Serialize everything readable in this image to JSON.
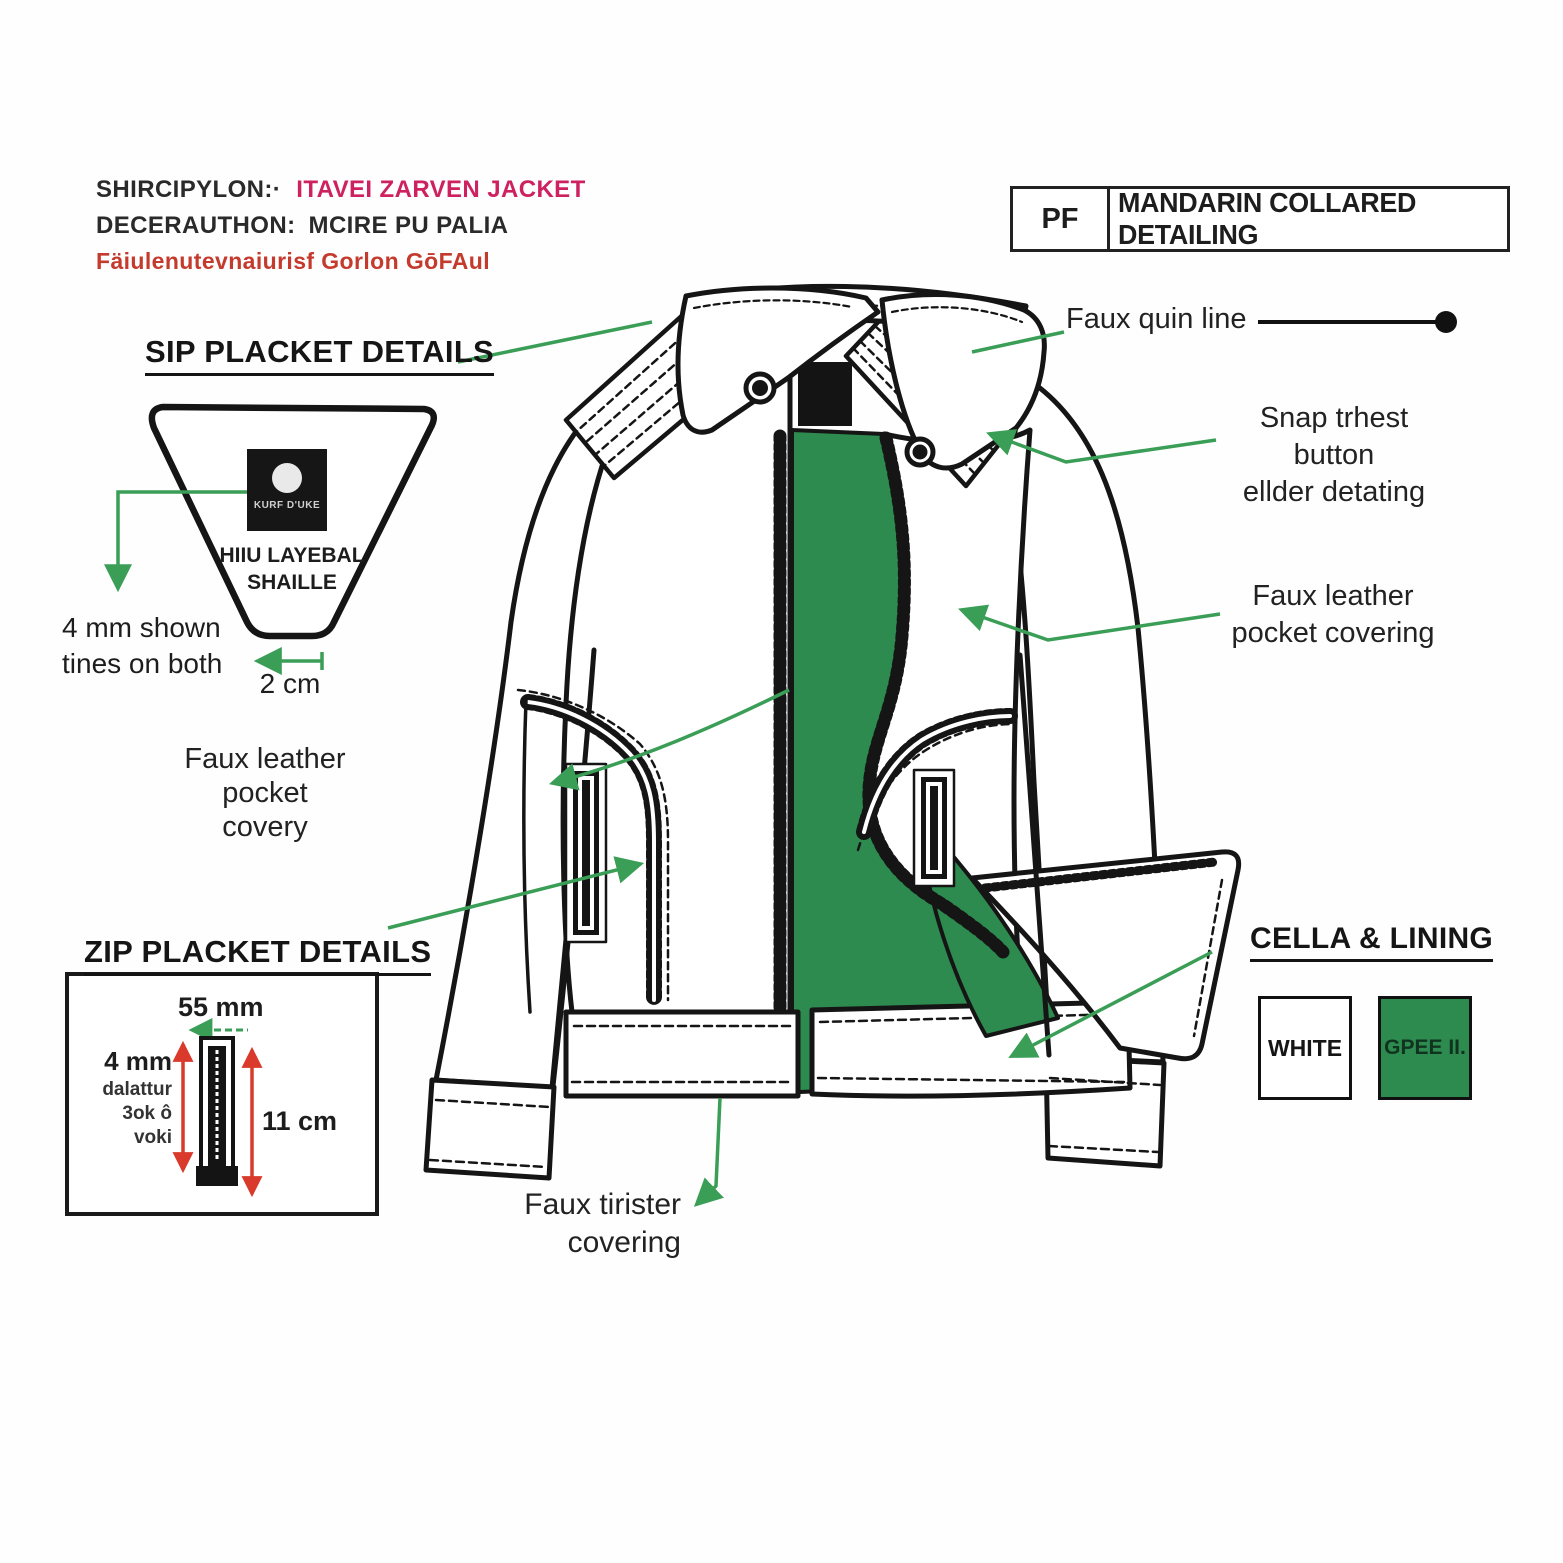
{
  "doc": {
    "spec": {
      "line1_label": "SHIRCIPYLON:·",
      "line1_value": "ITAVEI ZARVEN JACKET",
      "line2_label": "DECERAUTHON:",
      "line2_value": "MCIRE PU PALIA",
      "line3": "Fäiulenutevnaiurisf Gorlon GōFAul"
    },
    "title_box": {
      "code": "PF",
      "title": "MANDARIN COLLARED DETAILING"
    },
    "collar_detail": {
      "heading": "SIP PLACKET DETAILS",
      "patch_text": "KURF D'UKE",
      "label_line1": "HIIU LAYEBAL",
      "label_line2": "SHAILLE",
      "note_line1": "4 mm shown",
      "note_line2": "tines on both",
      "width_label": "2 cm"
    },
    "zip_detail": {
      "heading": "ZIP PLACKET DETAILS",
      "top_label": "55 mm",
      "left_label_bold": "4 mm",
      "left_label_small": [
        "dalattur",
        "3ok ô",
        "voki"
      ],
      "right_label": "11 cm"
    },
    "callouts": {
      "left_pocket_line1": "Faux leather",
      "left_pocket_line2": "pocket covery",
      "quin": "Faux quin line",
      "snap_line1": "Snap trhest button",
      "snap_line2": "ellder detating",
      "right_pocket_line1": "Faux leather",
      "right_pocket_line2": "pocket covering",
      "hem_line1": "Faux tirister",
      "hem_line2": "covering"
    },
    "lining": {
      "heading": "CELLA & LINING",
      "swatch1": "WHITE",
      "swatch2": "GPEE II."
    },
    "colors": {
      "accent_pink": "#ce2160",
      "accent_red": "#c43b2e",
      "leader_green": "#3a9e57",
      "lining_green": "#2e8b50",
      "measure_red": "#d93a2b",
      "ink": "#161616"
    }
  }
}
